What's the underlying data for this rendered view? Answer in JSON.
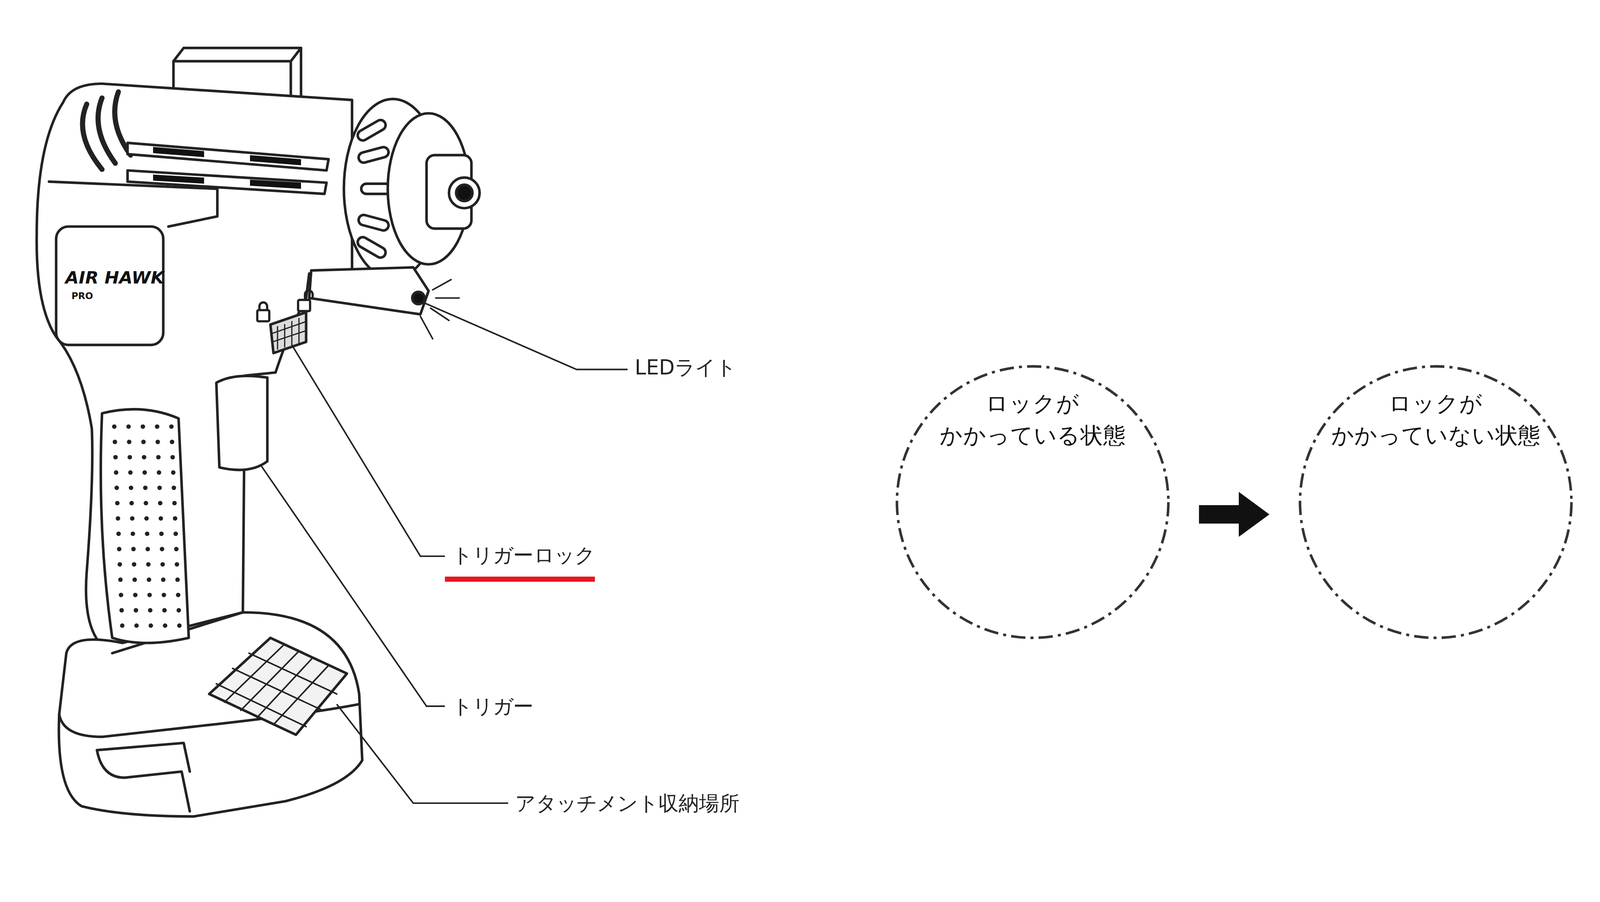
{
  "diagram": {
    "nodes": [
      {
        "text": [
          "ロックが かかっている状態"
        ]
      },
      {
        "text": [
          "ロックが かかっていない状態"
        ]
      }
    ],
    "edges": [
      {
        "from": 0,
        "to": 1,
        "arrow": "to"
      }
    ],
    "labels": [
      "AIR HAWK",
      "PRO",
      "LEDライト",
      "トリガーロック",
      "トリガー",
      "アタッチメント収納場所"
    ]
  }
}
